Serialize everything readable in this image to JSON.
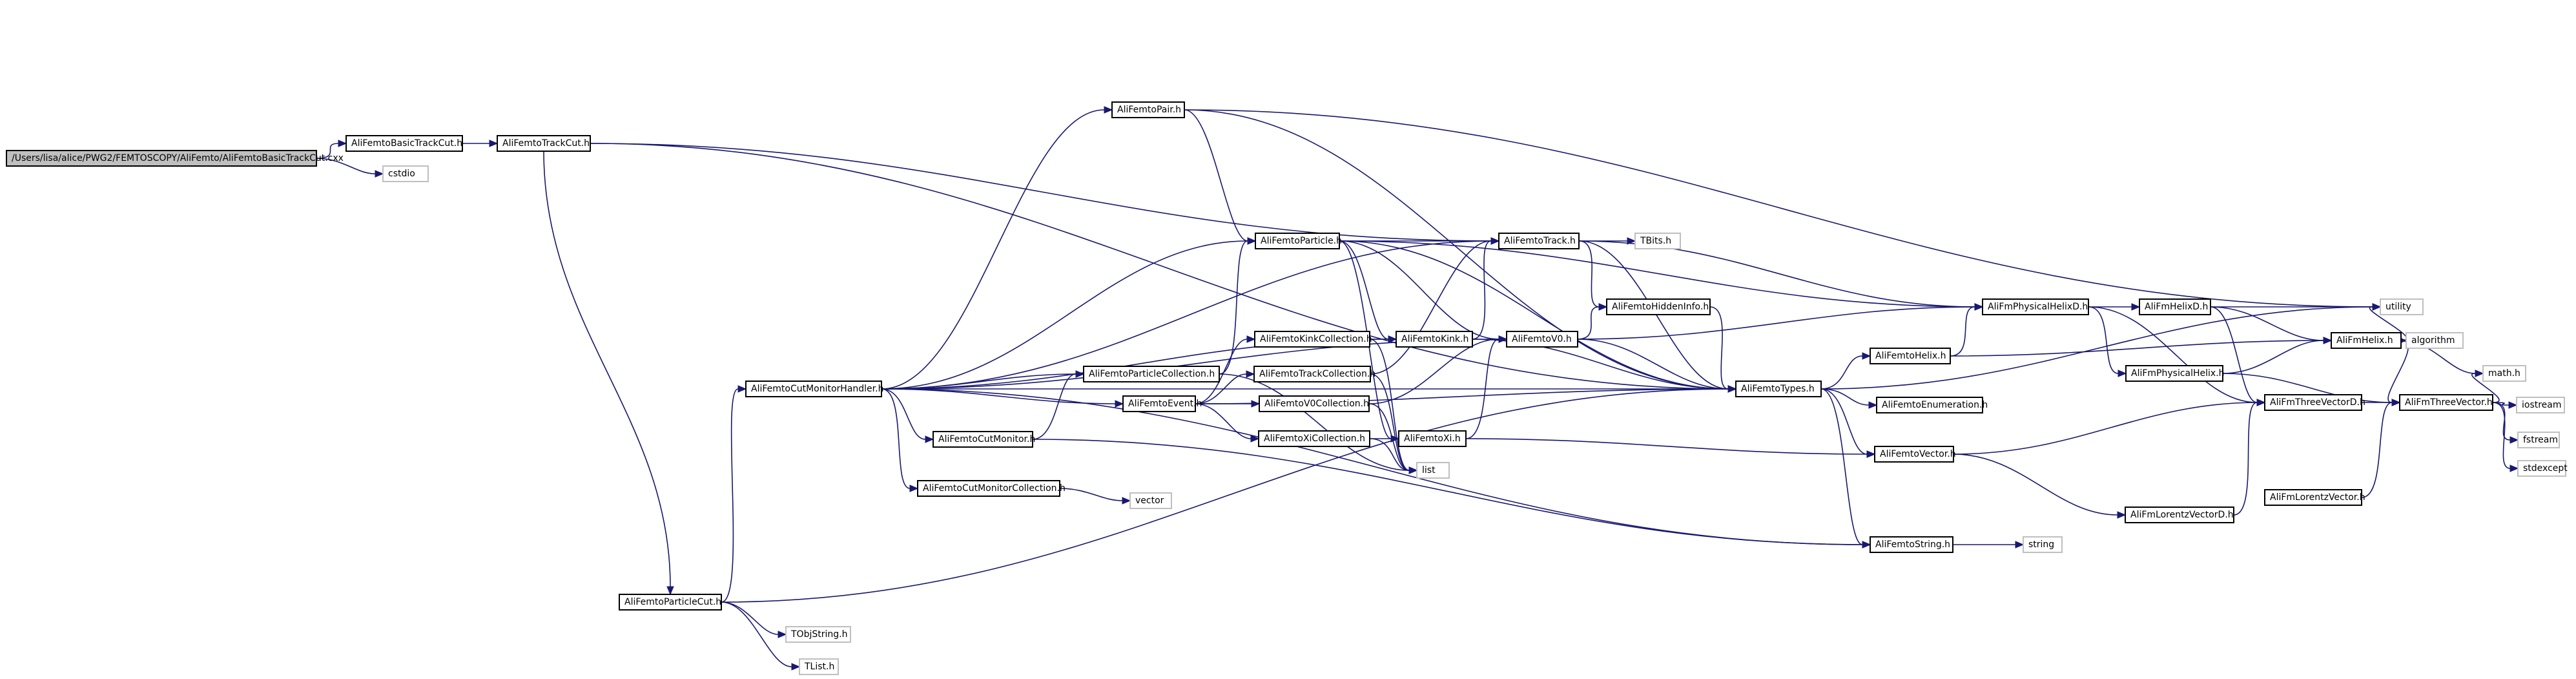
{
  "nodes": [
    {
      "id": "root",
      "label": "/Users/lisa/alice/PWG2/FEMTOSCOPY/AliFemto/AliFemtoBasicTrackCut.cxx",
      "kind": "root"
    },
    {
      "id": "basictrackcut",
      "label": "AliFemtoBasicTrackCut.h",
      "kind": "file"
    },
    {
      "id": "cstdio",
      "label": "cstdio",
      "kind": "sys"
    },
    {
      "id": "trackcut",
      "label": "AliFemtoTrackCut.h",
      "kind": "file"
    },
    {
      "id": "pair",
      "label": "AliFemtoPair.h",
      "kind": "file"
    },
    {
      "id": "particle",
      "label": "AliFemtoParticle.h",
      "kind": "file"
    },
    {
      "id": "track",
      "label": "AliFemtoTrack.h",
      "kind": "file"
    },
    {
      "id": "tbits",
      "label": "TBits.h",
      "kind": "sys"
    },
    {
      "id": "hiddeninfo",
      "label": "AliFemtoHiddenInfo.h",
      "kind": "file"
    },
    {
      "id": "physicalhelixd",
      "label": "AliFmPhysicalHelixD.h",
      "kind": "file"
    },
    {
      "id": "helixd",
      "label": "AliFmHelixD.h",
      "kind": "file"
    },
    {
      "id": "utility",
      "label": "utility",
      "kind": "sys"
    },
    {
      "id": "algorithm",
      "label": "algorithm",
      "kind": "sys"
    },
    {
      "id": "fmhelix",
      "label": "AliFmHelix.h",
      "kind": "file"
    },
    {
      "id": "math",
      "label": "math.h",
      "kind": "sys"
    },
    {
      "id": "physicalhelix",
      "label": "AliFmPhysicalHelix.h",
      "kind": "file"
    },
    {
      "id": "threevectord",
      "label": "AliFmThreeVectorD.h",
      "kind": "file"
    },
    {
      "id": "threevector",
      "label": "AliFmThreeVector.h",
      "kind": "file"
    },
    {
      "id": "iostream",
      "label": "iostream",
      "kind": "sys"
    },
    {
      "id": "fstream",
      "label": "fstream",
      "kind": "sys"
    },
    {
      "id": "stdexcept",
      "label": "stdexcept",
      "kind": "sys"
    },
    {
      "id": "lorentzvectord",
      "label": "AliFmLorentzVectorD.h",
      "kind": "file"
    },
    {
      "id": "lorentzvector",
      "label": "AliFmLorentzVector.h",
      "kind": "file"
    },
    {
      "id": "cutmonitorhandler",
      "label": "AliFemtoCutMonitorHandler.h",
      "kind": "file"
    },
    {
      "id": "kinkcollection",
      "label": "AliFemtoKinkCollection.h",
      "kind": "file"
    },
    {
      "id": "kink",
      "label": "AliFemtoKink.h",
      "kind": "file"
    },
    {
      "id": "v0",
      "label": "AliFemtoV0.h",
      "kind": "file"
    },
    {
      "id": "tracktollection",
      "label": "AliFemtoTrackCollection.h",
      "kind": "file"
    },
    {
      "id": "particlecollection",
      "label": "AliFemtoParticleCollection.h",
      "kind": "file"
    },
    {
      "id": "event",
      "label": "AliFemtoEvent.h",
      "kind": "file"
    },
    {
      "id": "v0collection",
      "label": "AliFemtoV0Collection.h",
      "kind": "file"
    },
    {
      "id": "xicollection",
      "label": "AliFemtoXiCollection.h",
      "kind": "file"
    },
    {
      "id": "xi",
      "label": "AliFemtoXi.h",
      "kind": "file"
    },
    {
      "id": "list",
      "label": "list",
      "kind": "sys"
    },
    {
      "id": "cutmonitor",
      "label": "AliFemtoCutMonitor.h",
      "kind": "file"
    },
    {
      "id": "cutmonitorcollection",
      "label": "AliFemtoCutMonitorCollection.h",
      "kind": "file"
    },
    {
      "id": "vector",
      "label": "vector",
      "kind": "sys"
    },
    {
      "id": "types",
      "label": "AliFemtoTypes.h",
      "kind": "file"
    },
    {
      "id": "femtohelix",
      "label": "AliFemtoHelix.h",
      "kind": "file"
    },
    {
      "id": "enumeration",
      "label": "AliFemtoEnumeration.h",
      "kind": "file"
    },
    {
      "id": "femtovector",
      "label": "AliFemtoVector.h",
      "kind": "file"
    },
    {
      "id": "femtostring",
      "label": "AliFemtoString.h",
      "kind": "file"
    },
    {
      "id": "string",
      "label": "string",
      "kind": "sys"
    },
    {
      "id": "particlecut",
      "label": "AliFemtoParticleCut.h",
      "kind": "file"
    },
    {
      "id": "tobjstring",
      "label": "TObjString.h",
      "kind": "sys"
    },
    {
      "id": "tlist",
      "label": "TList.h",
      "kind": "sys"
    }
  ],
  "edges": [
    [
      "root",
      "basictrackcut"
    ],
    [
      "root",
      "cstdio"
    ],
    [
      "basictrackcut",
      "trackcut"
    ],
    [
      "trackcut",
      "types"
    ],
    [
      "trackcut",
      "track"
    ],
    [
      "trackcut",
      "particlecut"
    ],
    [
      "pair",
      "particle"
    ],
    [
      "pair",
      "types"
    ],
    [
      "pair",
      "utility"
    ],
    [
      "particle",
      "track"
    ],
    [
      "particle",
      "kink"
    ],
    [
      "particle",
      "v0"
    ],
    [
      "particle",
      "xi"
    ],
    [
      "particle",
      "types"
    ],
    [
      "particle",
      "physicalhelixd"
    ],
    [
      "track",
      "tbits"
    ],
    [
      "track",
      "hiddeninfo"
    ],
    [
      "track",
      "types"
    ],
    [
      "track",
      "physicalhelixd"
    ],
    [
      "hiddeninfo",
      "types"
    ],
    [
      "v0",
      "hiddeninfo"
    ],
    [
      "v0",
      "physicalhelixd"
    ],
    [
      "v0",
      "types"
    ],
    [
      "kink",
      "track"
    ],
    [
      "kink",
      "types"
    ],
    [
      "xi",
      "v0"
    ],
    [
      "xi",
      "femtovector"
    ],
    [
      "physicalhelixd",
      "helixd"
    ],
    [
      "physicalhelixd",
      "physicalhelix"
    ],
    [
      "physicalhelixd",
      "threevectord"
    ],
    [
      "helixd",
      "utility"
    ],
    [
      "helixd",
      "fmhelix"
    ],
    [
      "helixd",
      "threevectord"
    ],
    [
      "fmhelix",
      "utility"
    ],
    [
      "fmhelix",
      "algorithm"
    ],
    [
      "fmhelix",
      "math"
    ],
    [
      "fmhelix",
      "threevector"
    ],
    [
      "physicalhelix",
      "fmhelix"
    ],
    [
      "physicalhelix",
      "threevector"
    ],
    [
      "threevectord",
      "threevector"
    ],
    [
      "threevector",
      "math"
    ],
    [
      "threevector",
      "iostream"
    ],
    [
      "threevector",
      "fstream"
    ],
    [
      "threevector",
      "stdexcept"
    ],
    [
      "lorentzvectord",
      "threevectord"
    ],
    [
      "lorentzvector",
      "threevector"
    ],
    [
      "cutmonitorhandler",
      "pair"
    ],
    [
      "cutmonitorhandler",
      "particle"
    ],
    [
      "cutmonitorhandler",
      "track"
    ],
    [
      "cutmonitorhandler",
      "kink"
    ],
    [
      "cutmonitorhandler",
      "v0"
    ],
    [
      "cutmonitorhandler",
      "particlecollection"
    ],
    [
      "cutmonitorhandler",
      "event"
    ],
    [
      "cutmonitorhandler",
      "cutmonitor"
    ],
    [
      "cutmonitorhandler",
      "cutmonitorcollection"
    ],
    [
      "cutmonitorhandler",
      "types"
    ],
    [
      "cutmonitorhandler",
      "femtostring"
    ],
    [
      "particlecollection",
      "particle"
    ],
    [
      "particlecollection",
      "list"
    ],
    [
      "event",
      "kinkcollection"
    ],
    [
      "event",
      "tracktollection"
    ],
    [
      "event",
      "v0collection"
    ],
    [
      "event",
      "xicollection"
    ],
    [
      "event",
      "types"
    ],
    [
      "kinkcollection",
      "kink"
    ],
    [
      "kinkcollection",
      "list"
    ],
    [
      "tracktollection",
      "track"
    ],
    [
      "tracktollection",
      "list"
    ],
    [
      "v0collection",
      "v0"
    ],
    [
      "v0collection",
      "list"
    ],
    [
      "xicollection",
      "xi"
    ],
    [
      "xicollection",
      "list"
    ],
    [
      "cutmonitor",
      "particlecollection"
    ],
    [
      "cutmonitor",
      "femtostring"
    ],
    [
      "cutmonitorcollection",
      "vector"
    ],
    [
      "types",
      "femtohelix"
    ],
    [
      "types",
      "enumeration"
    ],
    [
      "types",
      "femtovector"
    ],
    [
      "types",
      "femtostring"
    ],
    [
      "types",
      "utility"
    ],
    [
      "femtohelix",
      "physicalhelixd"
    ],
    [
      "femtohelix",
      "fmhelix"
    ],
    [
      "femtovector",
      "threevectord"
    ],
    [
      "femtovector",
      "lorentzvectord"
    ],
    [
      "femtostring",
      "string"
    ],
    [
      "particlecut",
      "cutmonitorhandler"
    ],
    [
      "particlecut",
      "types"
    ],
    [
      "particlecut",
      "tobjstring"
    ],
    [
      "particlecut",
      "tlist"
    ]
  ]
}
